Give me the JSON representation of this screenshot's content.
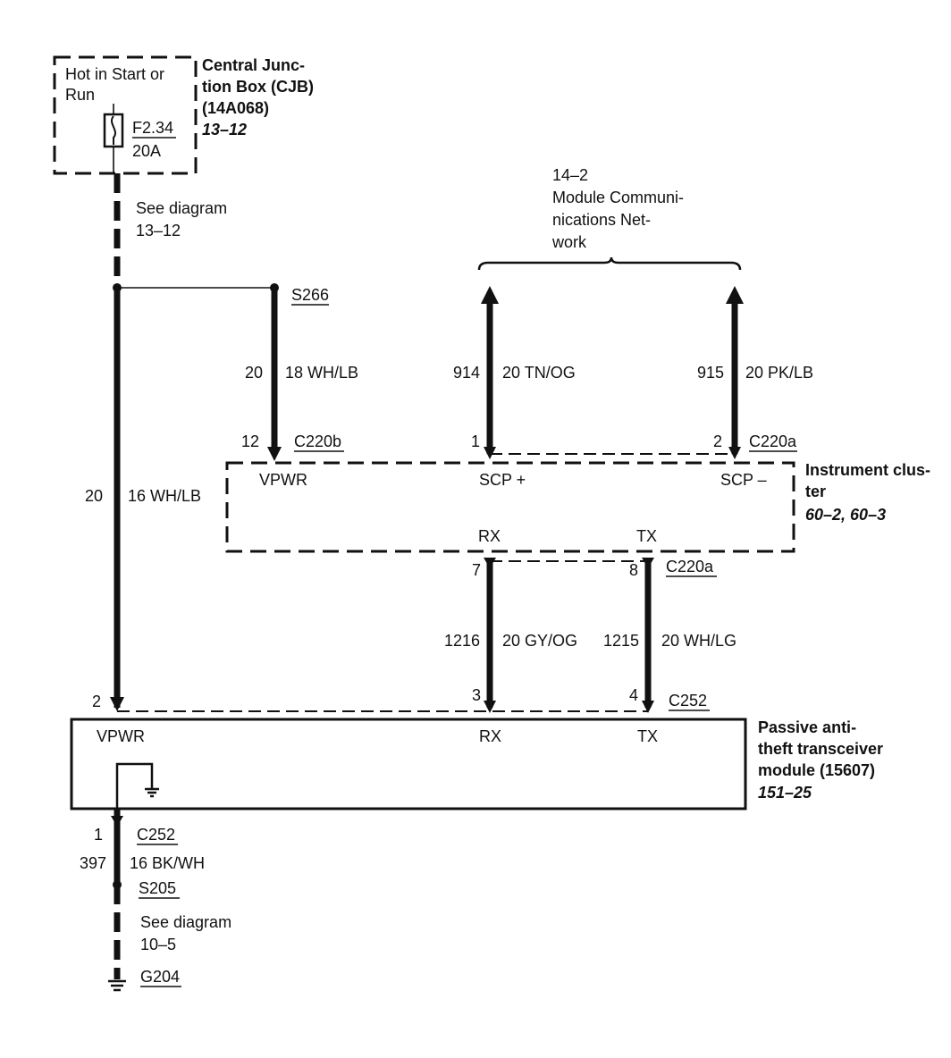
{
  "cjb": {
    "hot_line1": "Hot in Start or",
    "hot_line2": "Run",
    "fuse_name": "F2.34",
    "fuse_rating": "20A",
    "title1": "Central Junc-",
    "title2": "tion Box (CJB)",
    "title3": "(14A068)",
    "ref": "13–12"
  },
  "see_diagram_top": {
    "line1": "See diagram",
    "line2": "13–12"
  },
  "network": {
    "ref": "14–2",
    "line1": "Module Communi-",
    "line2": "nications Net-",
    "line3": "work"
  },
  "splice_s266": "S266",
  "wire_vpwr_cluster": {
    "circuit": "20",
    "gauge_color": "18 WH/LB",
    "pin": "12",
    "connector": "C220b",
    "terminal": "VPWR"
  },
  "wire_scp_plus": {
    "circuit": "914",
    "gauge_color": "20 TN/OG",
    "pin": "1",
    "terminal": "SCP +"
  },
  "wire_scp_minus": {
    "circuit": "915",
    "gauge_color": "20 PK/LB",
    "pin": "2",
    "connector": "C220a",
    "terminal": "SCP –"
  },
  "instrument_cluster": {
    "title1": "Instrument clus-",
    "title2": "ter",
    "ref": "60–2, 60–3"
  },
  "cluster_bottom": {
    "rx": "RX",
    "tx": "TX",
    "rx_pin": "7",
    "tx_pin": "8",
    "connector": "C220a"
  },
  "wire_main_vpwr": {
    "circuit": "20",
    "gauge_color": "16 WH/LB"
  },
  "wire_rx": {
    "circuit": "1216",
    "gauge_color": "20 GY/OG",
    "pin": "3"
  },
  "wire_tx": {
    "circuit": "1215",
    "gauge_color": "20 WH/LG",
    "pin": "4"
  },
  "c252_top": "C252",
  "pats": {
    "vpwr_pin": "2",
    "vpwr": "VPWR",
    "rx": "RX",
    "tx": "TX",
    "title1": "Passive anti-",
    "title2": "theft transceiver",
    "title3": "module (15607)",
    "ref": "151–25"
  },
  "ground_wire": {
    "pin": "1",
    "connector": "C252",
    "circuit": "397",
    "gauge_color": "16 BK/WH",
    "splice": "S205",
    "see1": "See diagram",
    "see2": "10–5",
    "ground": "G204"
  }
}
